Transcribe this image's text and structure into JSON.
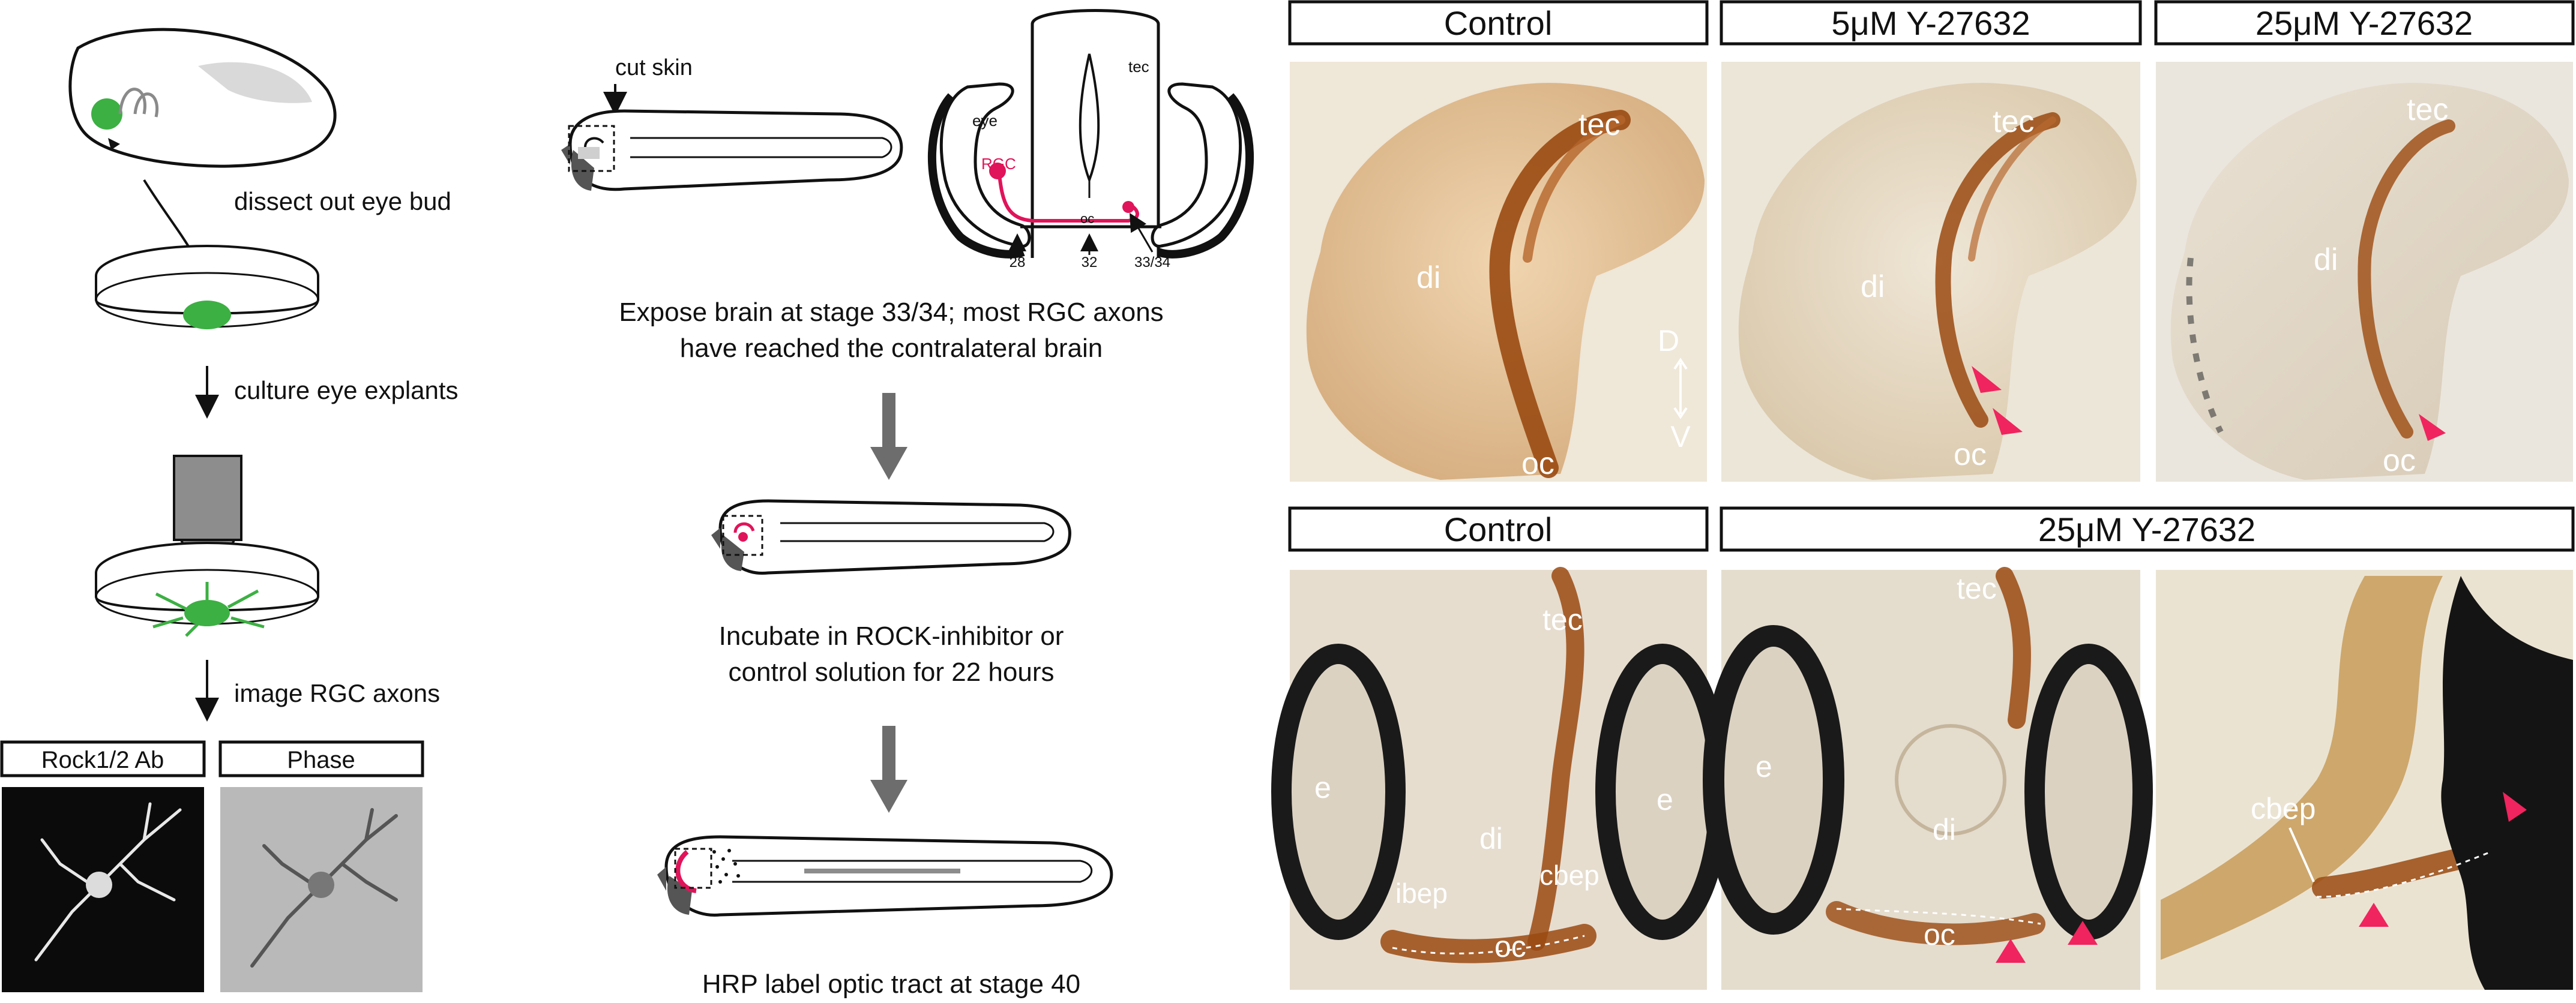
{
  "colors": {
    "embryo_green": "#3cb043",
    "rgc_red": "#e0145a",
    "arrowhead_pink": "#f0245e",
    "hrp_brown": "#9a4a12",
    "tissue_tan": "#d8b48a",
    "gray_arrow": "#6d6d6d"
  },
  "panel_a": {
    "step1": "dissect out eye bud",
    "step2": "culture eye explants",
    "step3": "image RGC axons",
    "rock_header": "Rock1/2 Ab",
    "phase_header": "Phase"
  },
  "panel_b": {
    "cut_skin": "cut skin",
    "section_labels": {
      "eye": "eye",
      "tec": "tec",
      "rgc": "RGC",
      "oc": "oc",
      "s28": "28",
      "s32": "32",
      "s3334": "33/34"
    },
    "step1_line1": "Expose brain at stage 33/34; most RGC axons",
    "step1_line2": "have reached the contralateral brain",
    "step2_line1": "Incubate in ROCK-inhibitor or",
    "step2_line2": "control solution for 22 hours",
    "step3": "HRP label optic tract at stage 40"
  },
  "panel_c": {
    "headers": [
      "Control",
      "5μM Y-27632",
      "25μM Y-27632"
    ],
    "labels": {
      "tec": "tec",
      "di": "di",
      "oc": "oc",
      "d": "D",
      "v": "V"
    }
  },
  "panel_d": {
    "headers": [
      "Control",
      "25μM Y-27632"
    ],
    "labels": {
      "tec": "tec",
      "e": "e",
      "di": "di",
      "oc": "oc",
      "ibep": "ibep",
      "cbep": "cbep"
    }
  }
}
